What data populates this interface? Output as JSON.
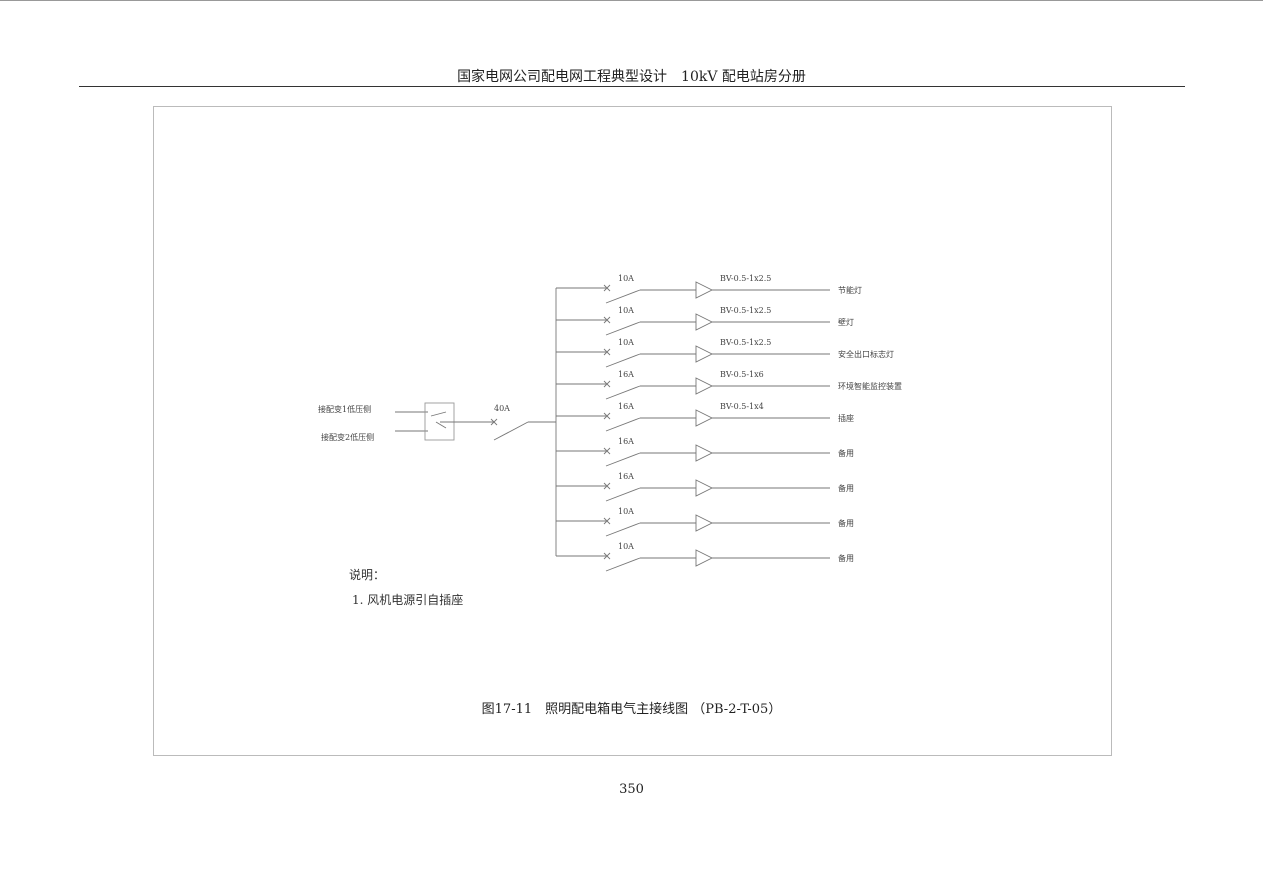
{
  "header": {
    "title": "国家电网公司配电网工程典型设计　10kV 配电站房分册"
  },
  "diagram": {
    "inputs": [
      "接配变1低压侧",
      "接配变2低压侧"
    ],
    "main_breaker": "40A",
    "branches": [
      {
        "rating": "10A",
        "cable": "BV-0.5-1x2.5",
        "load": "节能灯"
      },
      {
        "rating": "10A",
        "cable": "BV-0.5-1x2.5",
        "load": "壁灯"
      },
      {
        "rating": "10A",
        "cable": "BV-0.5-1x2.5",
        "load": "安全出口标志灯"
      },
      {
        "rating": "16A",
        "cable": "BV-0.5-1x6",
        "load": "环境智能监控装置"
      },
      {
        "rating": "16A",
        "cable": "BV-0.5-1x4",
        "load": "插座"
      },
      {
        "rating": "16A",
        "cable": "",
        "load": "备用"
      },
      {
        "rating": "16A",
        "cable": "",
        "load": "备用"
      },
      {
        "rating": "10A",
        "cable": "",
        "load": "备用"
      },
      {
        "rating": "10A",
        "cable": "",
        "load": "备用"
      }
    ]
  },
  "notes": {
    "title": "说明：",
    "items": [
      "1. 风机电源引自插座"
    ]
  },
  "caption": "图17-11　照明配电箱电气主接线图 （PB-2-T-05）",
  "page_number": "350"
}
